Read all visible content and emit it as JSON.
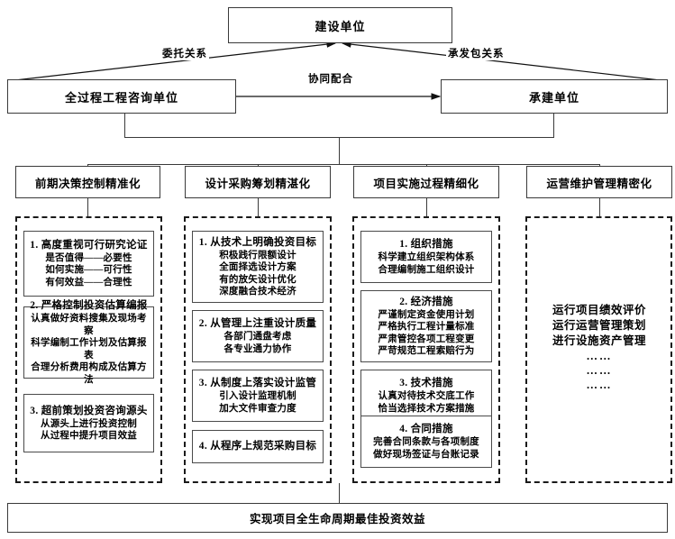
{
  "diagram": {
    "title_top": "建设单位",
    "relations": {
      "left_label": "委托关系",
      "right_label": "承发包关系",
      "middle_label": "协同配合"
    },
    "row2": {
      "left": "全过程工程咨询单位",
      "right": "承建单位"
    },
    "categories": [
      {
        "label": "前期决策控制精准化"
      },
      {
        "label": "设计采购筹划精湛化"
      },
      {
        "label": "项目实施过程精细化"
      },
      {
        "label": "运营维护管理精密化"
      }
    ],
    "columns": [
      {
        "items": [
          {
            "head": "1. 高度重视可行研究论证",
            "lines": [
              "是否值得——必要性",
              "如何实施——可行性",
              "有何效益——合理性"
            ]
          },
          {
            "head": "2. 严格控制投资估算编报",
            "lines": [
              "认真做好资料搜集及现场考察",
              "科学编制工作计划及估算报表",
              "合理分析费用构成及估算方法"
            ]
          },
          {
            "head": "3. 超前策划投资咨询源头",
            "lines": [
              "从源头上进行投资控制",
              "从过程中提升项目效益"
            ]
          }
        ]
      },
      {
        "items": [
          {
            "head": "1. 从技术上明确投资目标",
            "lines": [
              "积极践行限额设计",
              "全面择选设计方案",
              "有的放矢设计优化",
              "深度融合技术经济"
            ]
          },
          {
            "head": "2. 从管理上注重设计质量",
            "lines": [
              "各部门通盘考虑",
              "各专业通力协作"
            ]
          },
          {
            "head": "3. 从制度上落实设计监管",
            "lines": [
              "引入设计监理机制",
              "加大文件审查力度"
            ]
          },
          {
            "head": "4. 从程序上规范采购目标",
            "lines": []
          }
        ]
      },
      {
        "items": [
          {
            "head": "1. 组织措施",
            "lines": [
              "科学建立组织架构体系",
              "合理编制施工组织设计"
            ]
          },
          {
            "head": "2. 经济措施",
            "lines": [
              "严谨制定资金使用计划",
              "严格执行工程计量标准",
              "严肃管控各项工程变更",
              "严苛规范工程索赔行为"
            ]
          },
          {
            "head": "3. 技术措施",
            "lines": [
              "认真对待技术交底工作",
              "恰当选择技术方案措施"
            ]
          },
          {
            "head": "4. 合同措施",
            "lines": [
              "完善合同条款与各项制度",
              "做好现场签证与台账记录"
            ]
          }
        ]
      },
      {
        "plain_lines": [
          "运行项目绩效评价",
          "运行运营管理策划",
          "进行设施资产管理"
        ],
        "ellipsis": [
          "……",
          "……",
          "……"
        ]
      }
    ],
    "footer": "实现项目全生命周期最佳投资效益"
  }
}
